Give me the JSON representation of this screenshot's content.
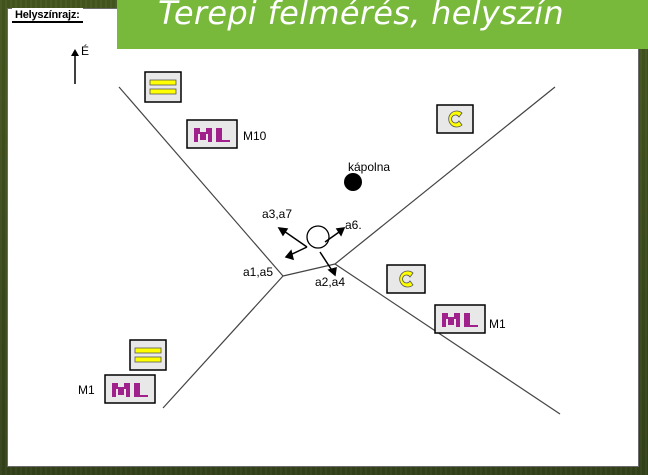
{
  "header": {
    "label": "Helyszínrajz:",
    "title": "Terepi felmérés, helyszín"
  },
  "diagram": {
    "north_label": "É",
    "chapel_label": "kápolna",
    "arrow_labels": {
      "a3a7": "a3,a7",
      "a6": "a6.",
      "a1a5": "a1,a5",
      "a2a4": "a2,a4"
    },
    "signs": {
      "m10": "M10",
      "m1_right": "M1",
      "m1_left": "M1"
    },
    "colors": {
      "banner": "#78b83a",
      "sign_yellow": "#ffff00",
      "sign_bg": "#e8e8e8",
      "motorway_purple": "#a0208c"
    }
  }
}
